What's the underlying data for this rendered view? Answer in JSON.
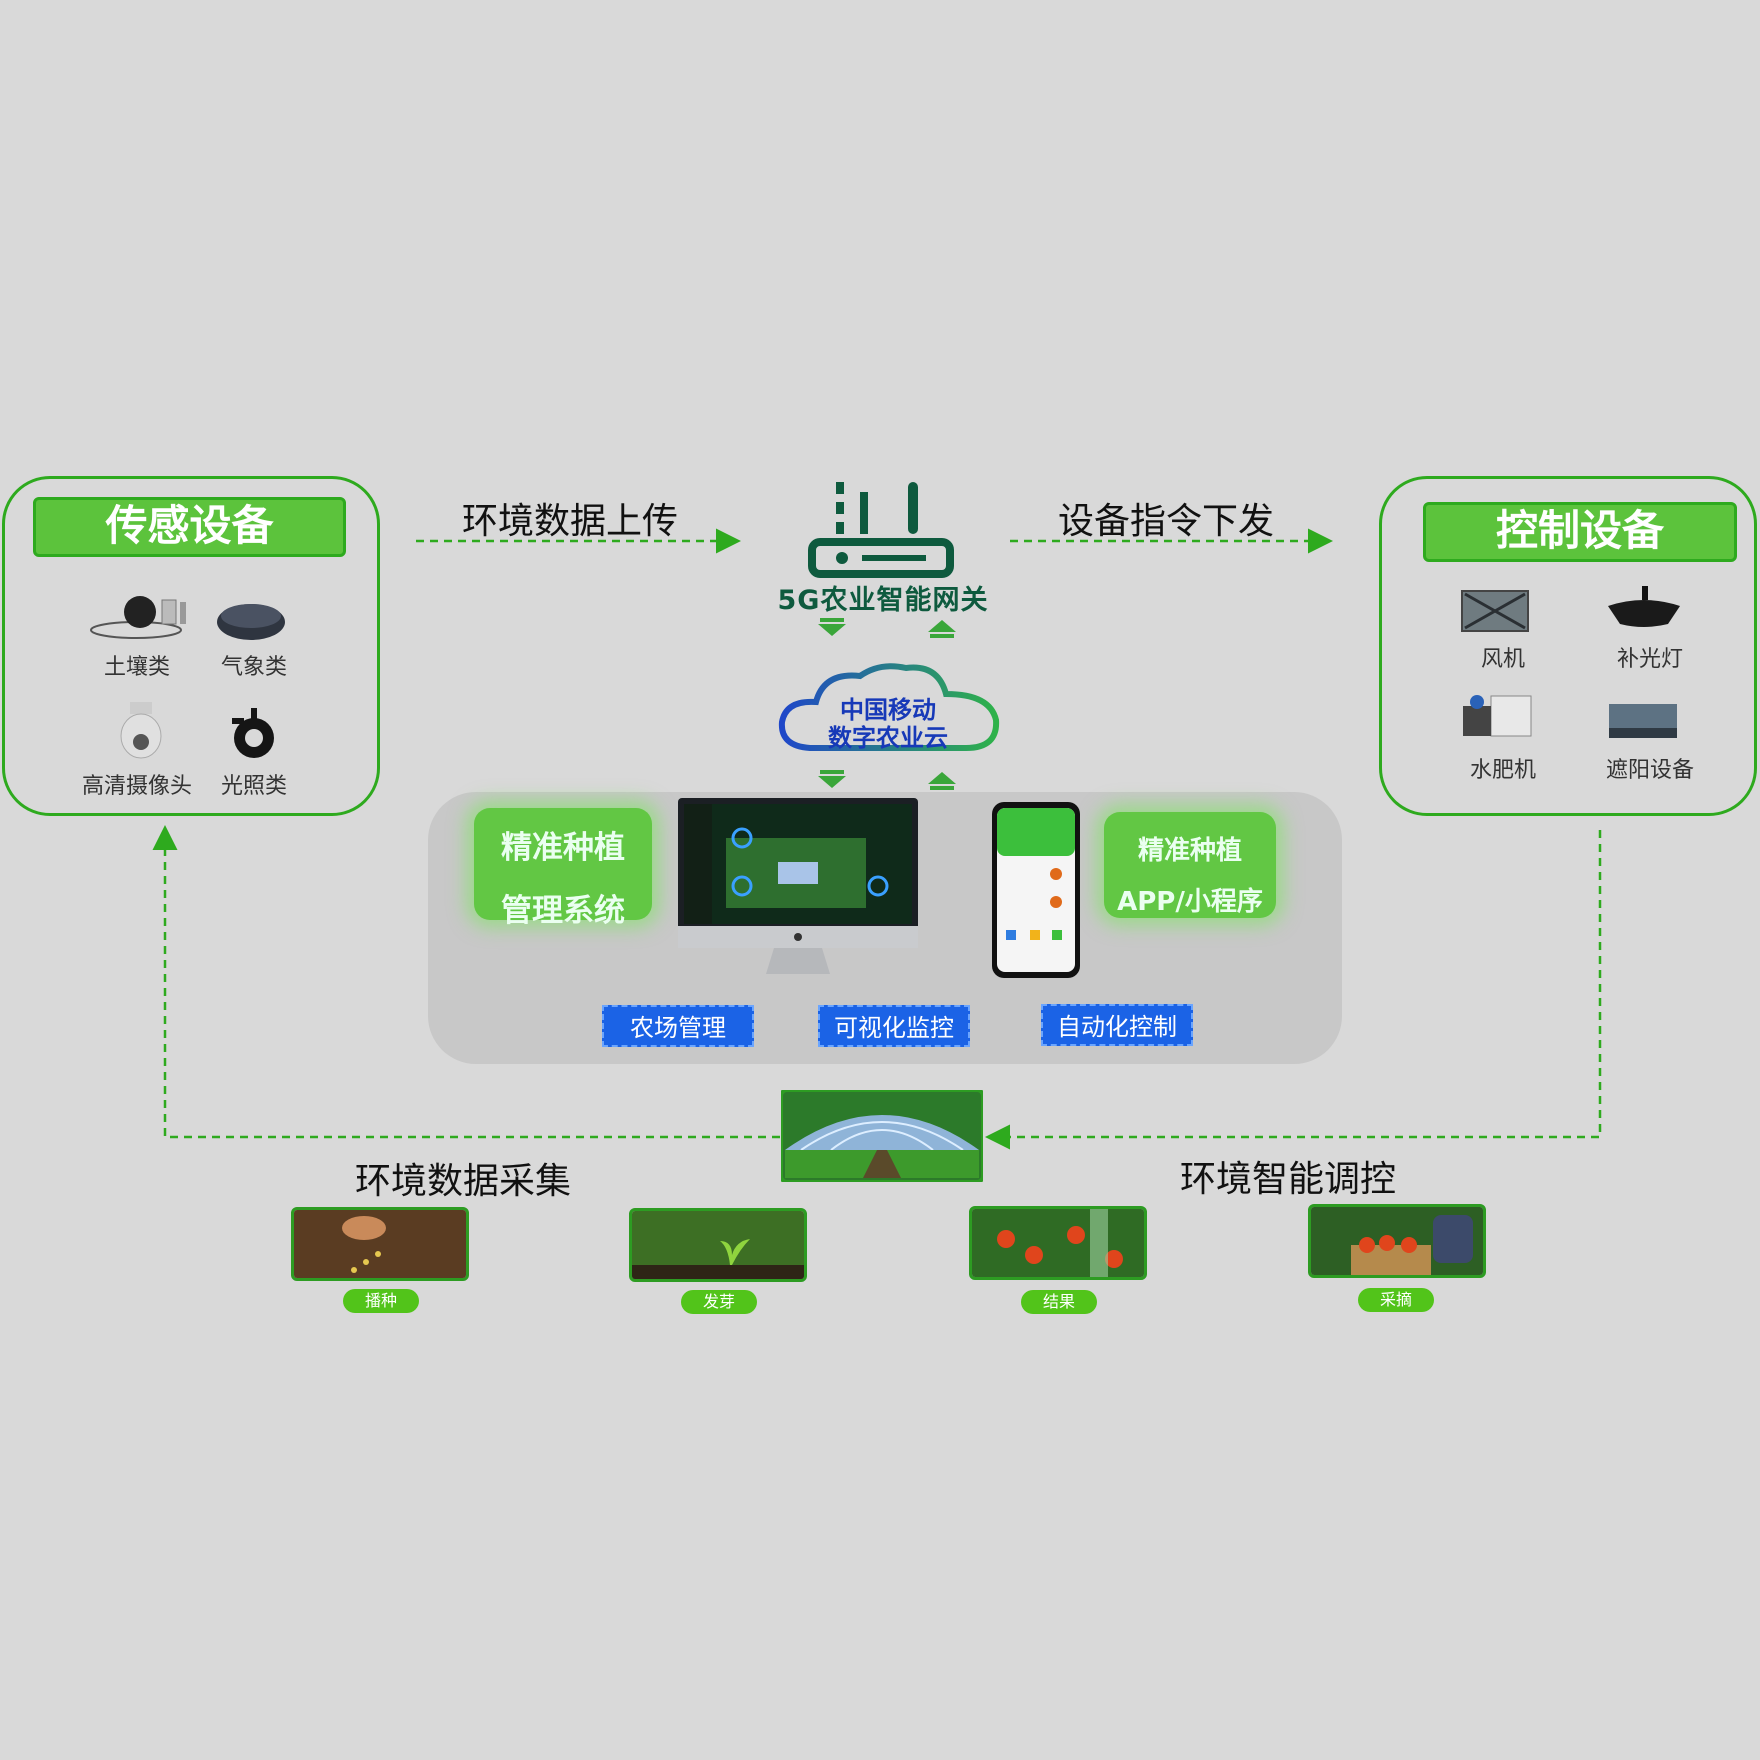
{
  "sensor_panel": {
    "title": "传感设备",
    "items": [
      "土壤类",
      "气象类",
      "高清摄像头",
      "光照类"
    ]
  },
  "control_panel": {
    "title": "控制设备",
    "items": [
      "风机",
      "补光灯",
      "水肥机",
      "遮阳设备"
    ]
  },
  "flows": {
    "upload": "环境数据上传",
    "command": "设备指令下发",
    "collect": "环境数据采集",
    "regulate": "环境智能调控"
  },
  "gateway": {
    "label": "5G农业智能网关"
  },
  "cloud": {
    "line1": "中国移动",
    "line2": "数字农业云"
  },
  "platform": {
    "system_line1": "精准种植",
    "system_line2": "管理系统",
    "app_line1": "精准种植",
    "app_line2": "APP/小程序",
    "functions": [
      "农场管理",
      "可视化监控",
      "自动化控制"
    ]
  },
  "stages": [
    "播种",
    "发芽",
    "结果",
    "采摘"
  ],
  "colors": {
    "accent_green": "#2eaa1e",
    "title_green": "#5cc33c",
    "button_blue": "#1b63e6",
    "background": "#d9d9d9"
  }
}
